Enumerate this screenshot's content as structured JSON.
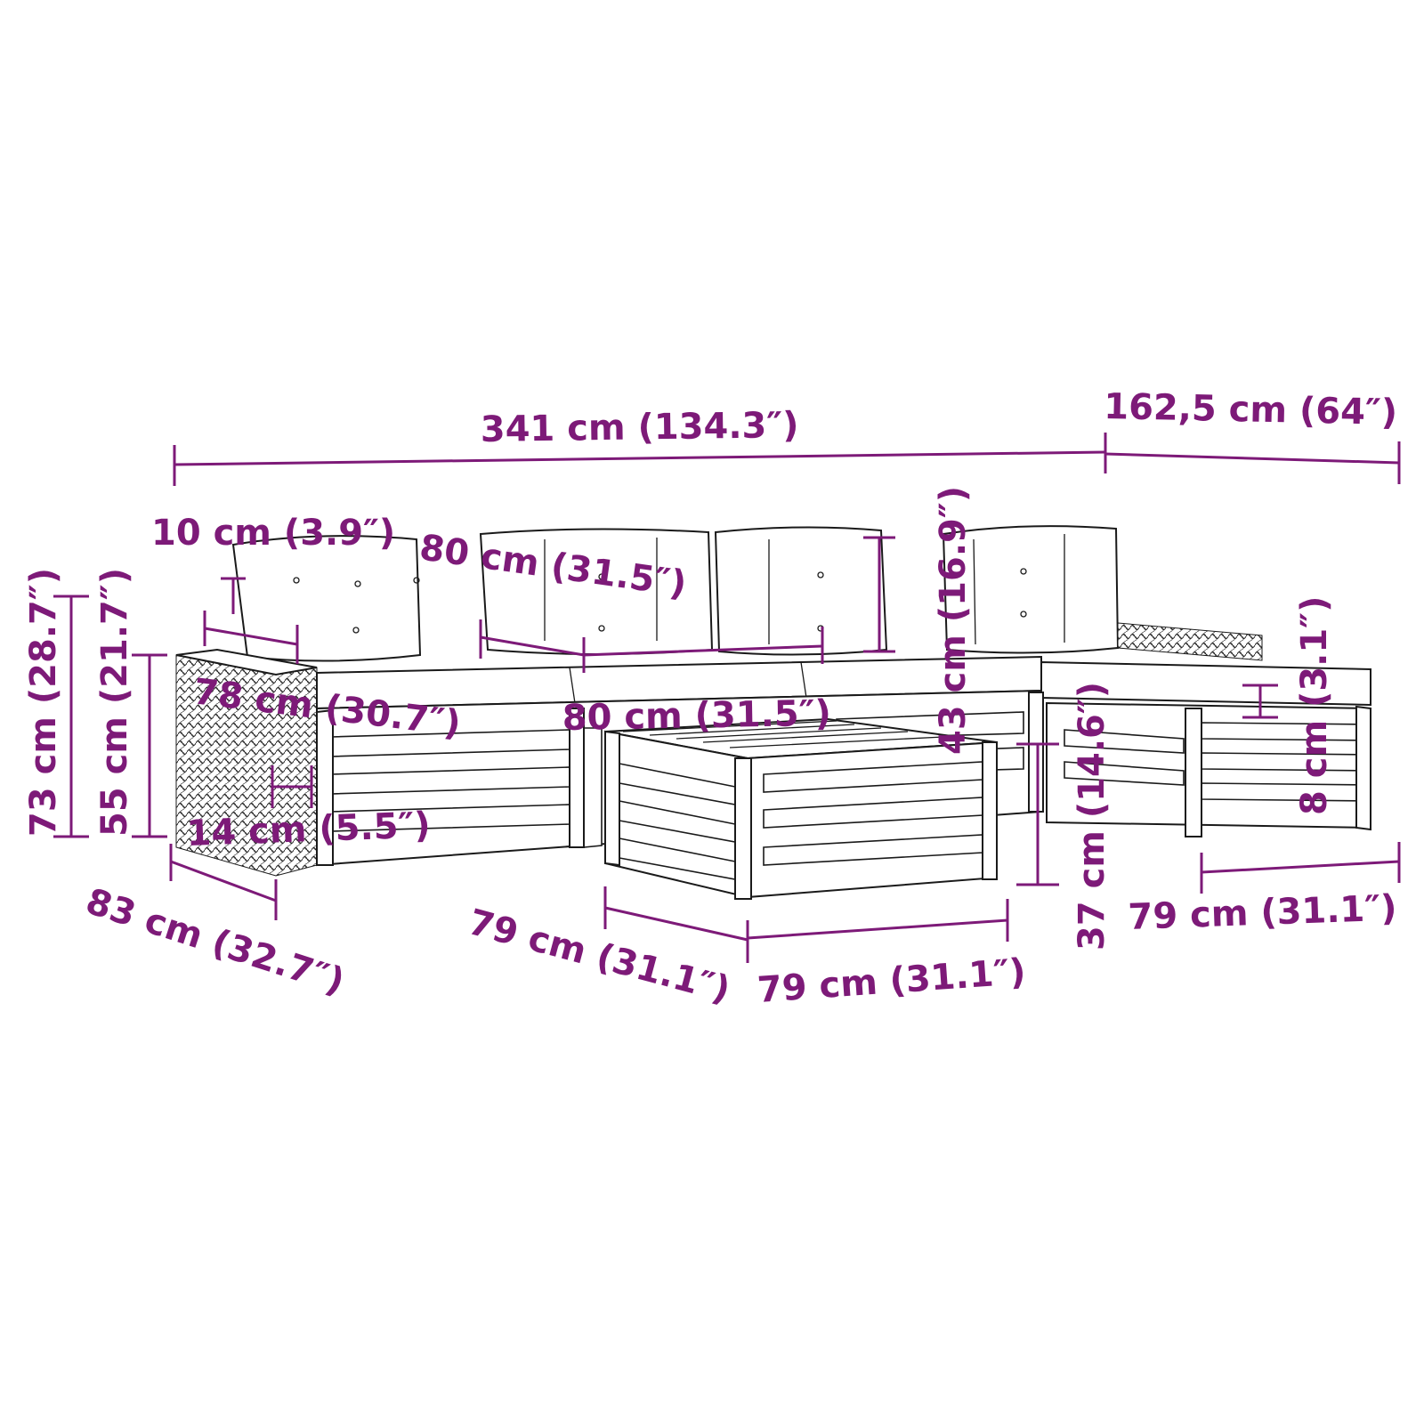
{
  "colors": {
    "dimension": "#7d1a78",
    "outline": "#1a1a1a",
    "background": "#ffffff"
  },
  "dimensions": {
    "overall_length": "341 cm (134.3″)",
    "chaise_length": "162,5 cm (64″)",
    "armrest_width": "10 cm (3.9″)",
    "back_cushion_width": "80 cm (31.5″)",
    "back_cushion_height": "43 cm (16.9″)",
    "total_height": "73 cm (28.7″)",
    "armrest_height": "55 cm (21.7″)",
    "seat_depth_inner": "78 cm (30.7″)",
    "seat_width": "80 cm (31.5″)",
    "seat_cushion_thickness": "14 cm (5.5″)",
    "seat_depth": "83 cm (32.7″)",
    "table_depth": "79 cm (31.1″)",
    "table_width": "79 cm (31.1″)",
    "table_height": "37 cm (14.6″)",
    "ottoman_width": "79 cm (31.1″)",
    "ottoman_cushion_thickness": "8 cm (3.1″)"
  }
}
